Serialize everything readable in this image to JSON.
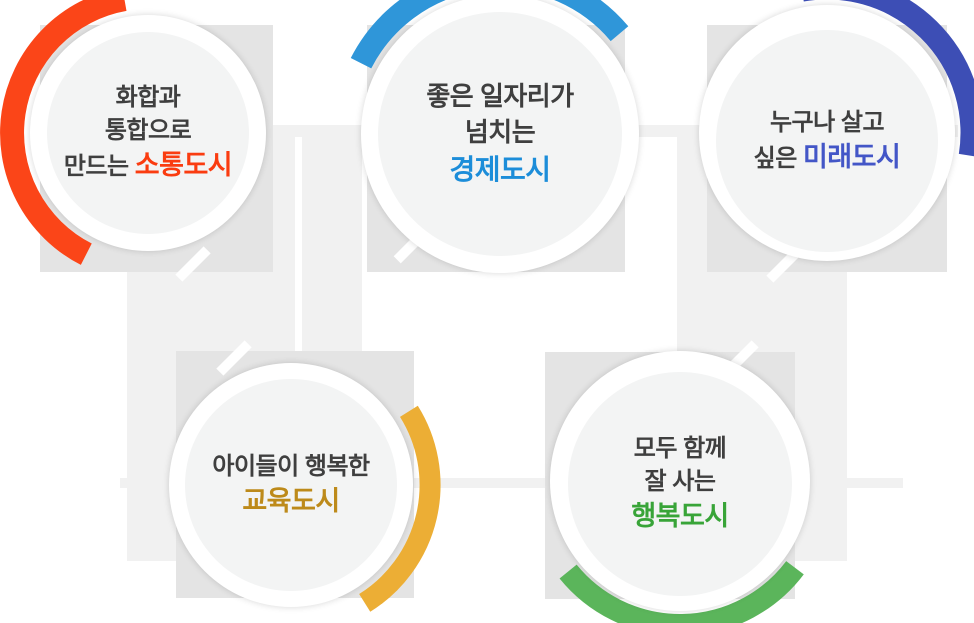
{
  "palette": {
    "background": "#ffffff",
    "square_gray": "#e4e4e4",
    "band_gray": "#f1f1f1",
    "circle_inner_gray": "#f3f4f4",
    "text_dark": "#3f3f3f"
  },
  "circles": [
    {
      "plain_lines": [
        "화합과",
        "통합으로"
      ],
      "highlight_prefix": "만드는 ",
      "highlight": "소통도시",
      "arc_color": "#fb4518",
      "highlight_color": "#fa3c10"
    },
    {
      "plain_lines": [
        "좋은 일자리가",
        "넘치는"
      ],
      "highlight_prefix": "",
      "highlight": "경제도시",
      "arc_color": "#2f96d9",
      "highlight_color": "#1c8dd9"
    },
    {
      "plain_lines": [
        "누구나 살고"
      ],
      "highlight_prefix": "싶은 ",
      "highlight": "미래도시",
      "arc_color": "#3d4eb5",
      "highlight_color": "#4356c7"
    },
    {
      "plain_lines": [
        "아이들이 행복한"
      ],
      "highlight_prefix": "",
      "highlight": "교육도시",
      "arc_color": "#ecae35",
      "highlight_color": "#bd8a1a"
    },
    {
      "plain_lines": [
        "모두 함께",
        "잘 사는"
      ],
      "highlight_prefix": "",
      "highlight": "행복도시",
      "arc_color": "#5bb55b",
      "highlight_color": "#38a438"
    }
  ]
}
